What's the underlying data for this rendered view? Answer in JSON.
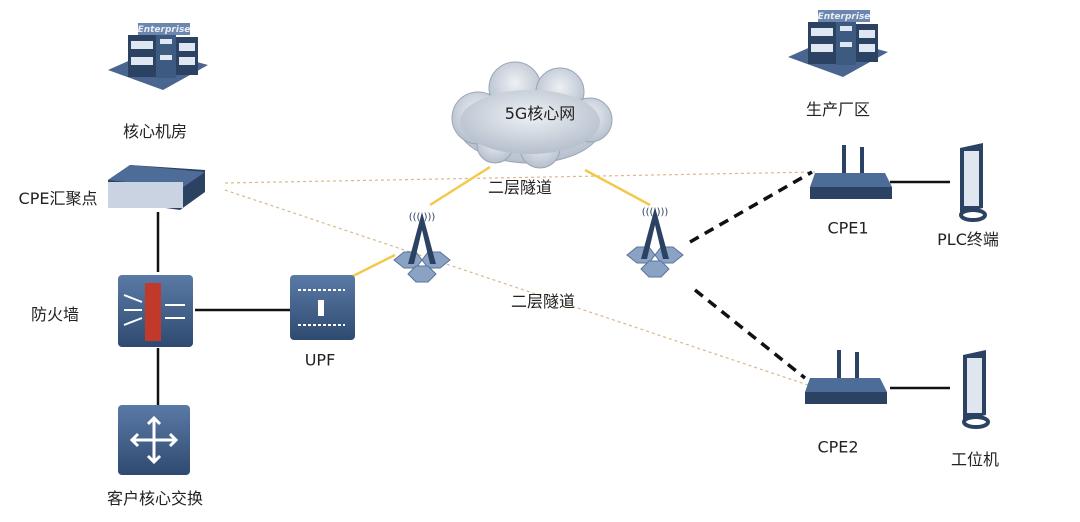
{
  "labels": {
    "core_room": "核心机房",
    "factory": "生产厂区",
    "core_network": "5G核心网",
    "cpe_aggregation": "CPE汇聚点",
    "firewall": "防火墙",
    "core_switch": "客户核心交换",
    "upf": "UPF",
    "tunnel_top": "二层隧道",
    "tunnel_bottom": "二层隧道",
    "cpe1": "CPE1",
    "cpe2": "CPE2",
    "plc": "PLC终端",
    "workstation": "工位机"
  },
  "building_sign": "Enterprise",
  "colors": {
    "device": "#3d5a80",
    "device_dark": "#2b4262",
    "wireless_link": "#f2c94c",
    "tunnel": "#d9b98a",
    "link": "#111111",
    "cloud": "#c9d1dc"
  }
}
